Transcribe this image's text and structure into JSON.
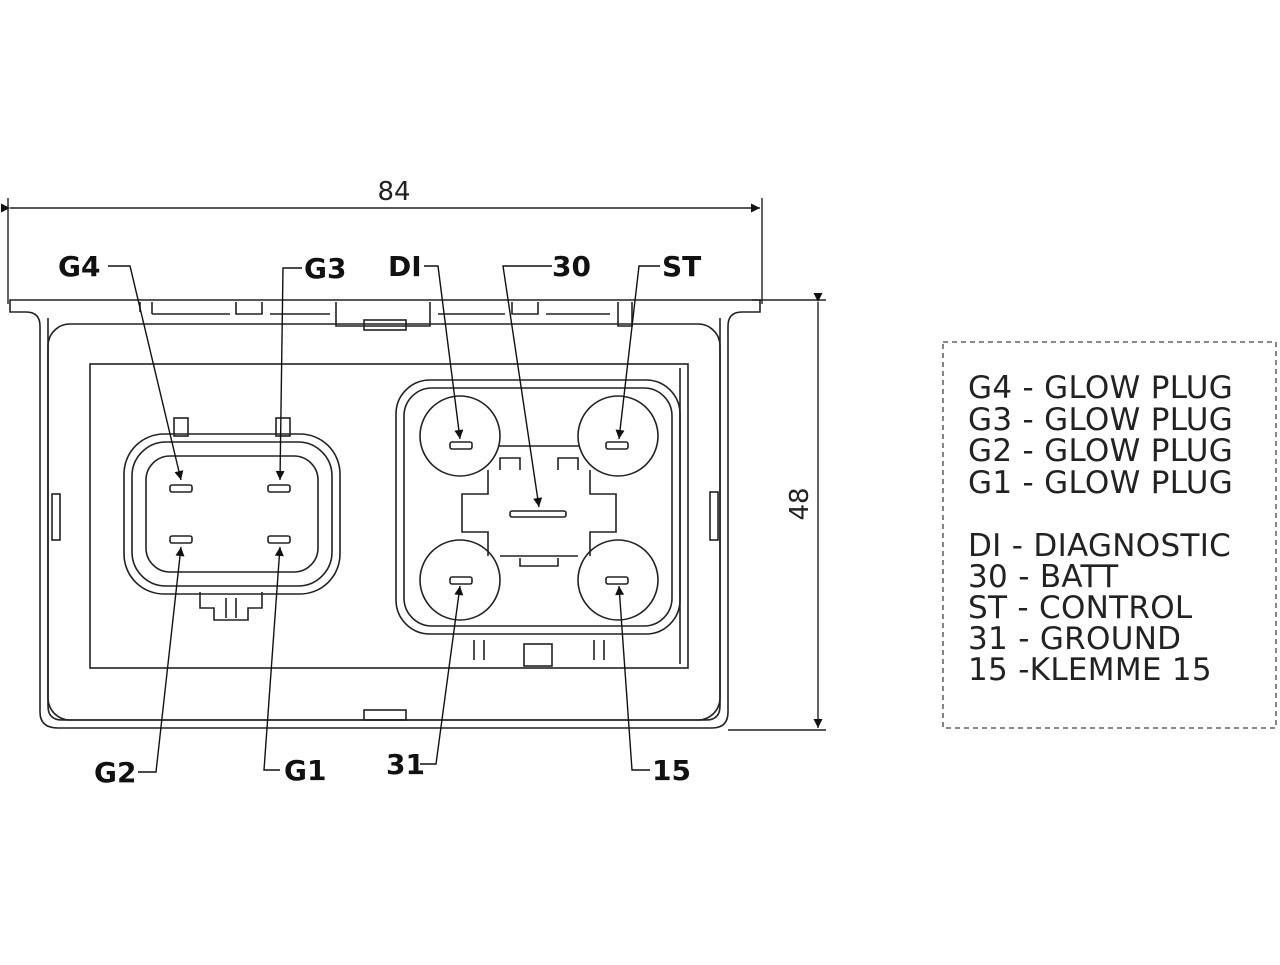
{
  "dimensions": {
    "width": "84",
    "height": "48"
  },
  "pin_labels": {
    "g4": "G4",
    "g3": "G3",
    "di": "DI",
    "thirty": "30",
    "st": "ST",
    "g2": "G2",
    "g1": "G1",
    "thirtyone": "31",
    "fifteen": "15"
  },
  "legend": {
    "lines": [
      "G4 - GLOW PLUG",
      "G3 - GLOW PLUG",
      "G2 - GLOW PLUG",
      "G1 - GLOW PLUG",
      "DI - DIAGNOSTIC",
      "30 - BATT",
      "ST - CONTROL",
      "31 - GROUND",
      "15 -KLEMME 15"
    ]
  }
}
